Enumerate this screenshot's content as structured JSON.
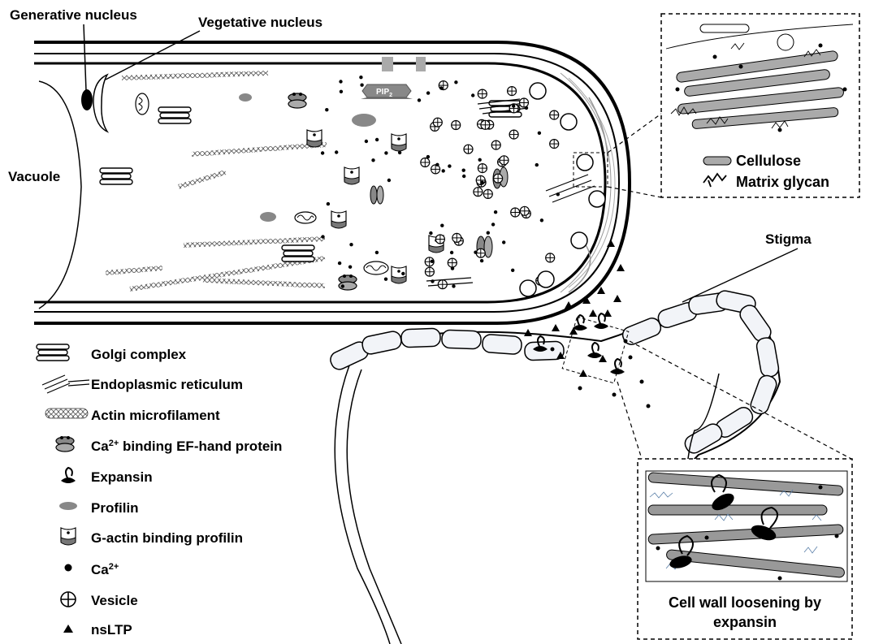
{
  "labels": {
    "generative_nucleus": "Generative nucleus",
    "vegetative_nucleus": "Vegetative nucleus",
    "vacuole": "Vacuole",
    "stigma": "Stigma",
    "pip2": "PIP",
    "pip2_sub": "2"
  },
  "top_inset": {
    "items": [
      {
        "label": "Cellulose",
        "icon": "cellulose-icon"
      },
      {
        "label": "Matrix glycan",
        "icon": "matrix-glycan-icon"
      }
    ]
  },
  "bottom_inset": {
    "caption_line1": "Cell wall loosening by",
    "caption_line2": "expansin"
  },
  "legend": {
    "items": [
      {
        "label": "Golgi complex",
        "icon": "golgi-icon"
      },
      {
        "label": "Endoplasmic reticulum",
        "icon": "er-icon"
      },
      {
        "label": "Actin microfilament",
        "icon": "actin-icon"
      },
      {
        "pre": "Ca",
        "sup": "2+",
        "post": " binding EF-hand protein",
        "icon": "ef-hand-protein-icon"
      },
      {
        "label": "Expansin",
        "icon": "expansin-icon"
      },
      {
        "label": "Profilin",
        "icon": "profilin-icon"
      },
      {
        "label": "G-actin binding profilin",
        "icon": "g-actin-profilin-icon"
      },
      {
        "pre": "Ca",
        "sup": "2+",
        "post": "",
        "icon": "calcium-icon"
      },
      {
        "label": "Vesicle",
        "icon": "vesicle-icon"
      },
      {
        "label": "nsLTP",
        "icon": "nsltp-icon"
      }
    ]
  },
  "colors": {
    "outline": "#000000",
    "membrane_fill": "#ffffff",
    "organelle_gray": "#7a7a7a",
    "light_gray": "#bdbdbd",
    "stigma_fill": "#f2f4f8"
  }
}
